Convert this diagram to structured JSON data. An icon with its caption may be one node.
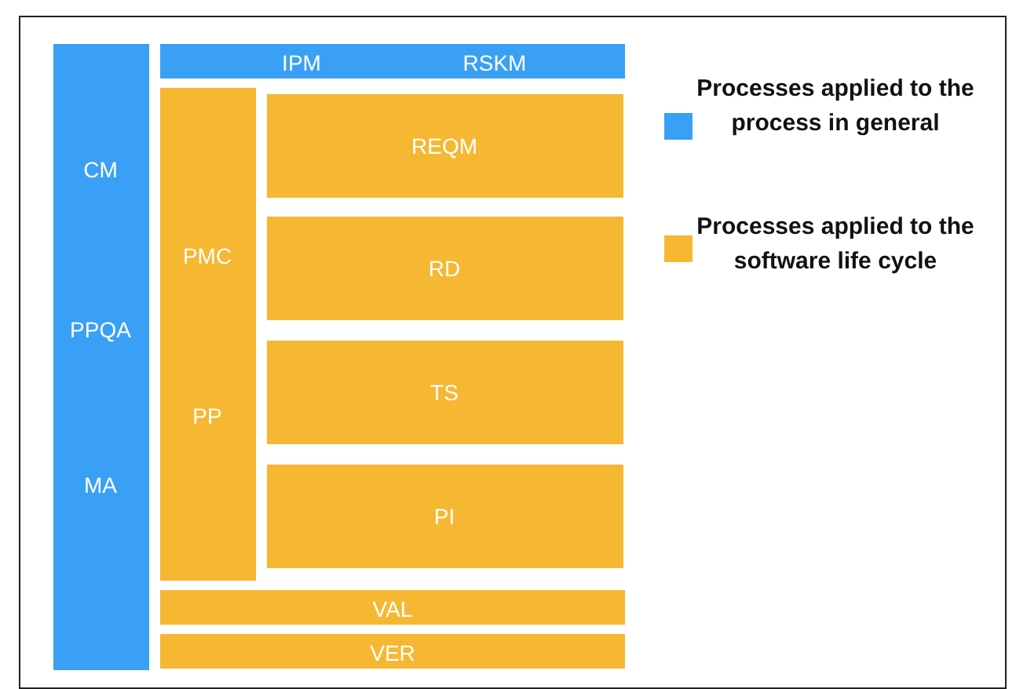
{
  "diagram": {
    "nodes": [
      {
        "text": [
          "CM",
          "PPQA",
          "MA"
        ]
      },
      {
        "text": [
          "IPM",
          "RSKM"
        ]
      },
      {
        "text": [
          "PMC",
          "PP"
        ]
      },
      {
        "text": [
          "REQM"
        ]
      },
      {
        "text": [
          "RD"
        ]
      },
      {
        "text": [
          "TS"
        ]
      },
      {
        "text": [
          "PI"
        ]
      },
      {
        "text": [
          "VAL"
        ]
      },
      {
        "text": [
          "VER"
        ]
      }
    ],
    "legend": [
      {
        "text": "Processes applied to the process in general",
        "color": "#3aa0f5"
      },
      {
        "text": "Processes applied to the software life cycle",
        "color": "#f6b733"
      }
    ]
  }
}
